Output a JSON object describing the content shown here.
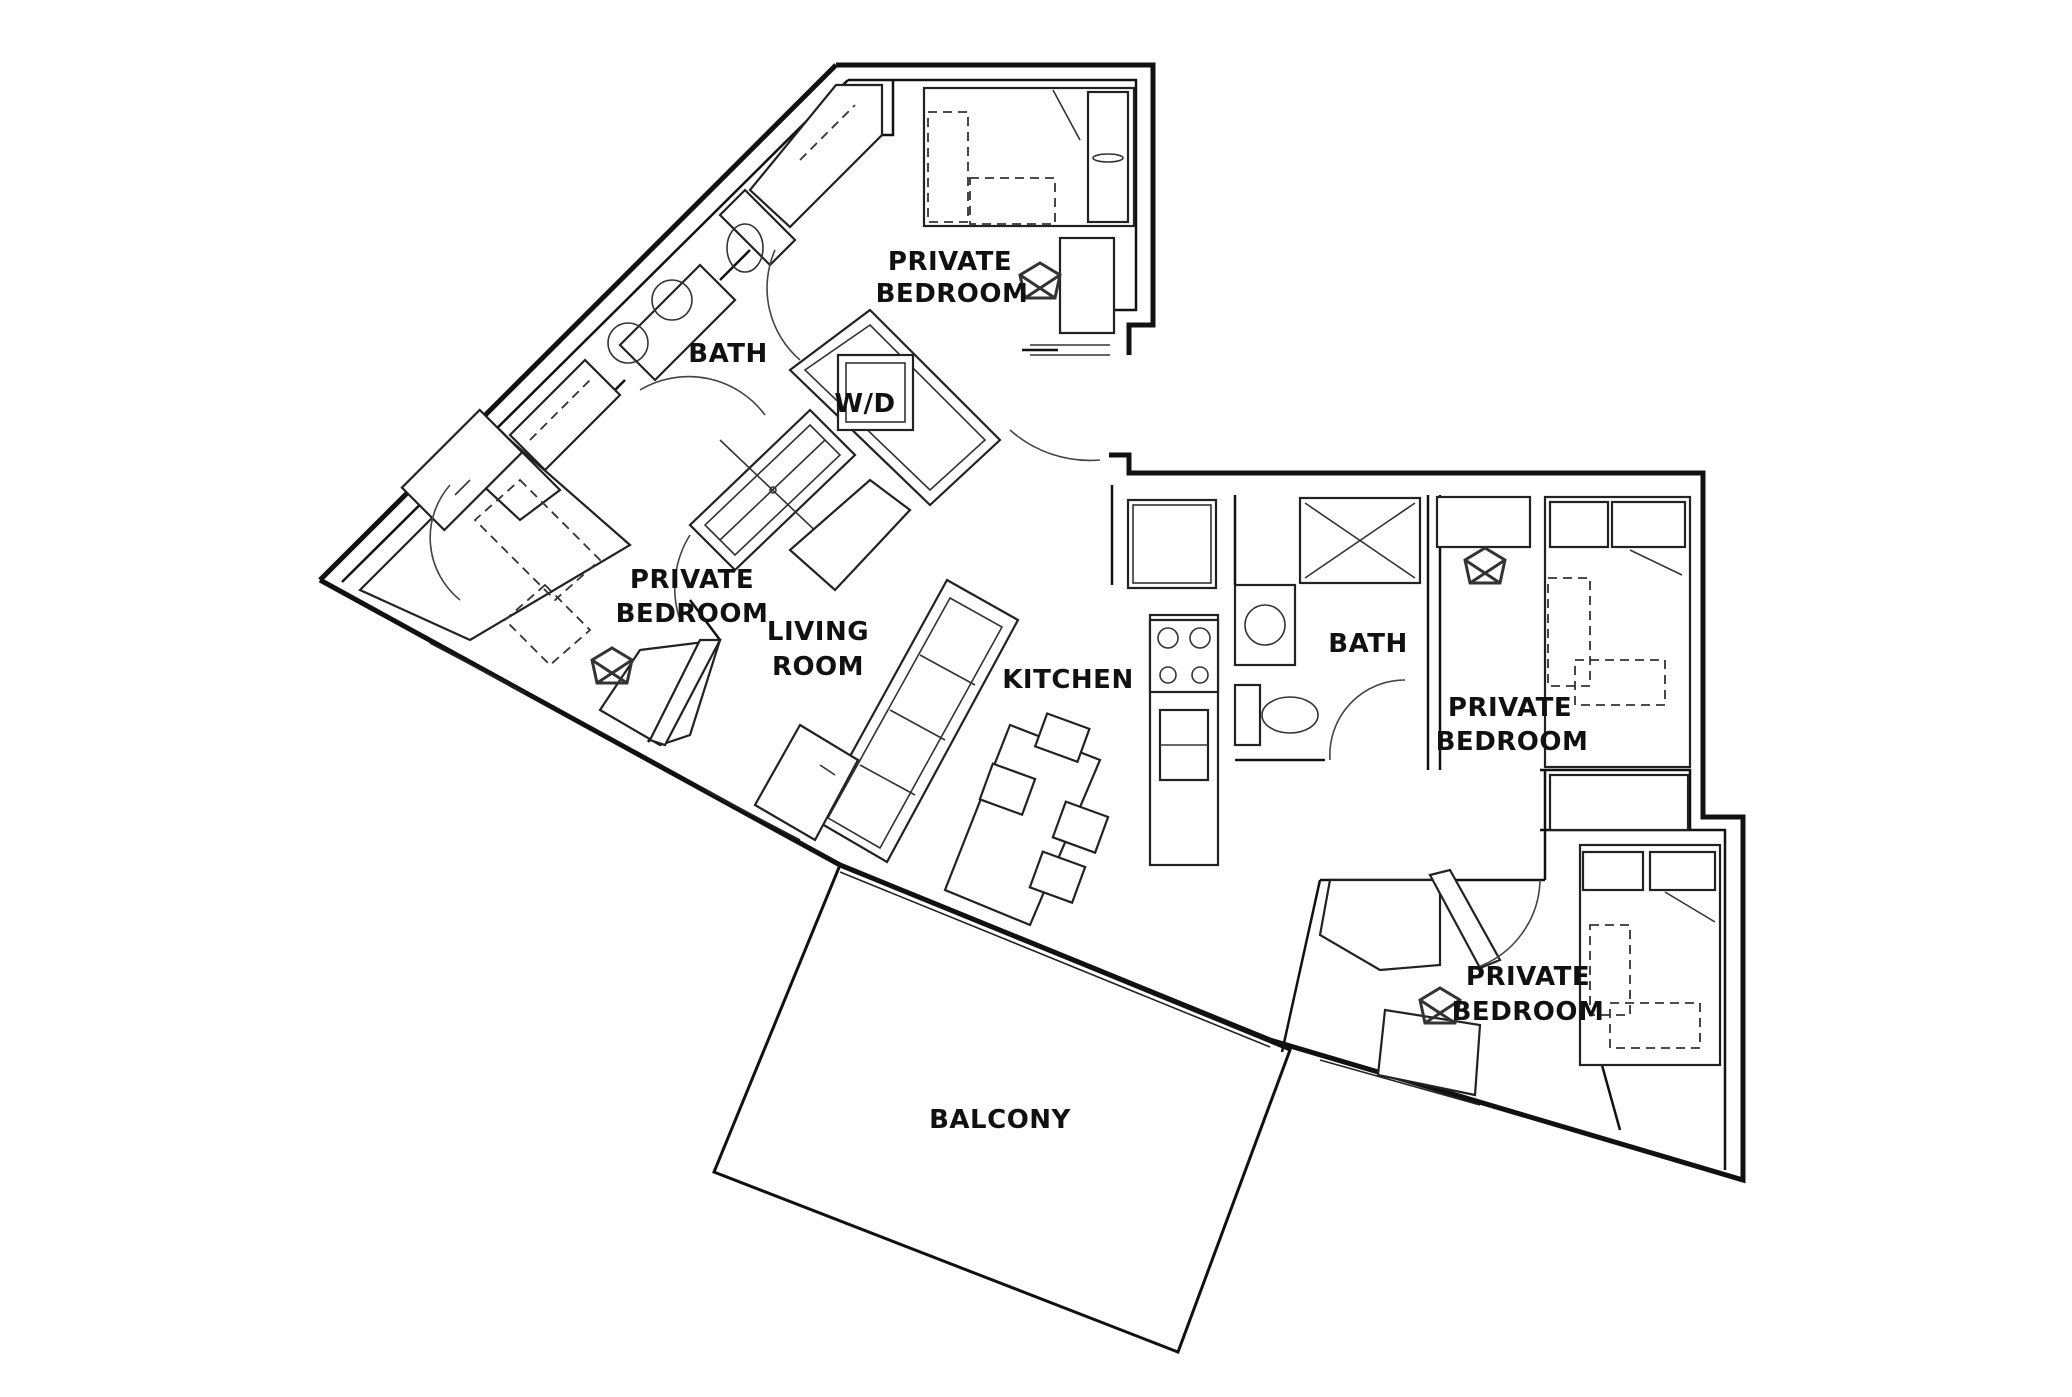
{
  "rooms": {
    "bedroom_top": {
      "line1": "PRIVATE",
      "line2": "BEDROOM"
    },
    "bath_left": {
      "label": "BATH"
    },
    "laundry": {
      "label": "W/D"
    },
    "bedroom_left": {
      "line1": "PRIVATE",
      "line2": "BEDROOM"
    },
    "living_room": {
      "line1": "LIVING",
      "line2": "ROOM"
    },
    "kitchen": {
      "label": "KITCHEN"
    },
    "bath_right": {
      "label": "BATH"
    },
    "bedroom_right_upper": {
      "line1": "PRIVATE",
      "line2": "BEDROOM"
    },
    "bedroom_right_lower": {
      "line1": "PRIVATE",
      "line2": "BEDROOM"
    },
    "balcony": {
      "label": "BALCONY"
    }
  }
}
